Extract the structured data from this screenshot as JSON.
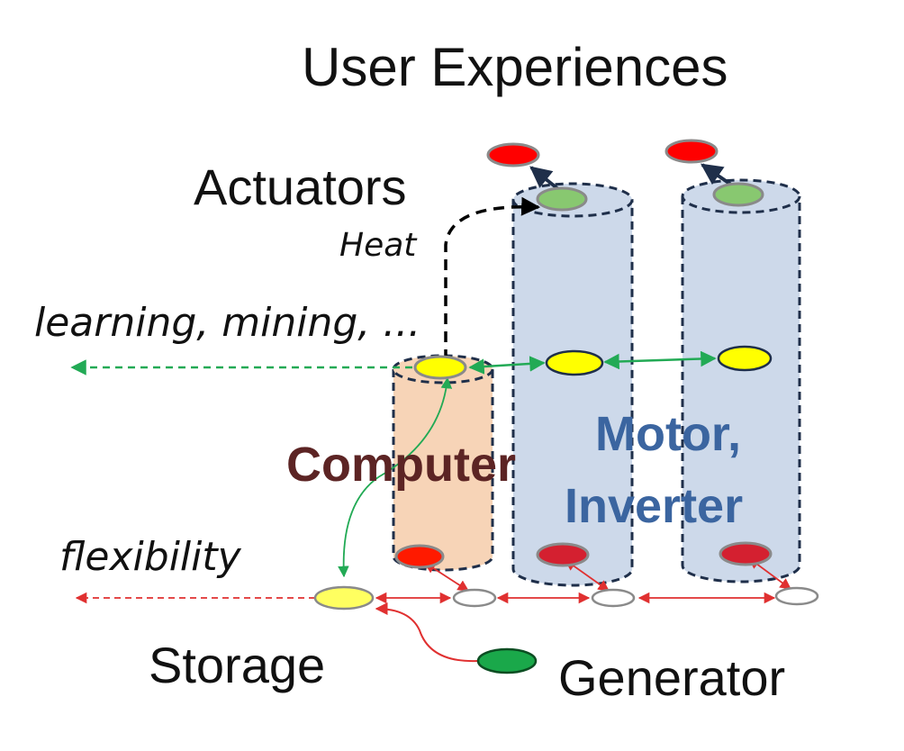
{
  "labels": {
    "title": "User Experiences",
    "actuators": "Actuators",
    "heat": "Heat",
    "learning": "learning, mining, ...",
    "computer": "Computer",
    "motor_line1": "Motor,",
    "motor_line2": "Inverter",
    "flexibility": "flexibility",
    "storage": "Storage",
    "generator": "Generator"
  },
  "colors": {
    "cylinder_blue": "#cdd9ea",
    "cylinder_orange": "#f7d4b7",
    "cylinder_outline": "#1f2f4a",
    "computer_text": "#5c2424",
    "motor_text": "#3b65a0",
    "node_yellow": "#ffff00",
    "node_green": "#88c870",
    "node_red": "#ff0000",
    "node_dark_red": "#d42030",
    "node_generator": "#1aa84a",
    "link_green": "#22aa55",
    "link_red": "#e03030",
    "heat_arrow": "#000000"
  }
}
